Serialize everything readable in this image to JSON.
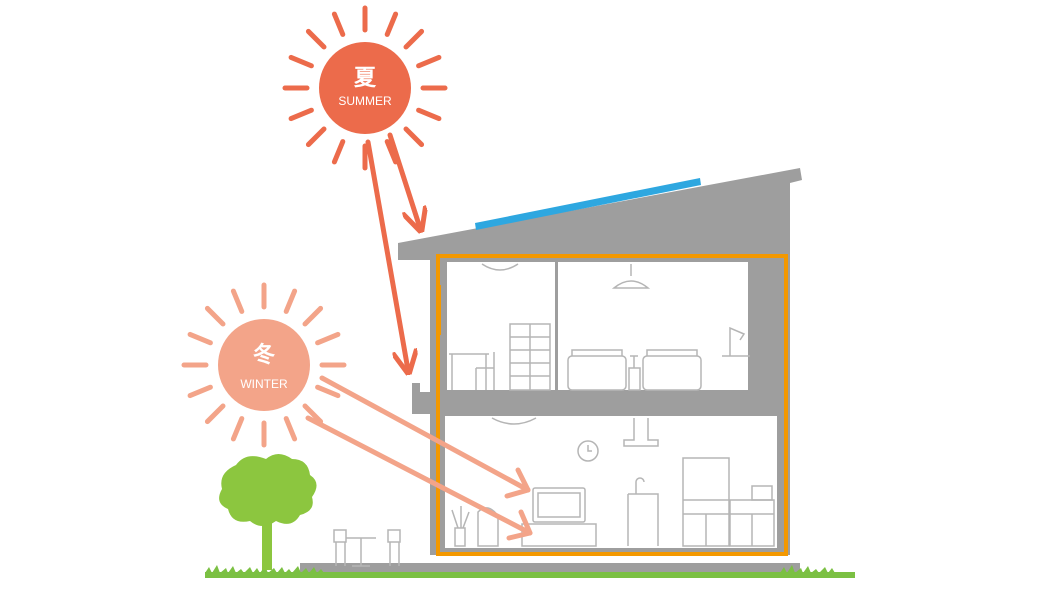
{
  "summer_sun": {
    "kanji": "夏",
    "label": "SUMMER",
    "color": "#ec6b4b"
  },
  "winter_sun": {
    "kanji": "冬",
    "label": "WINTER",
    "color": "#f3a489"
  },
  "colors": {
    "wall": "#9e9e9e",
    "insulation": "#f39800",
    "solar_panel": "#2ea7e0",
    "tree": "#8cc63f",
    "grass": "#7bc043",
    "furniture_line": "#b5b5b5"
  }
}
